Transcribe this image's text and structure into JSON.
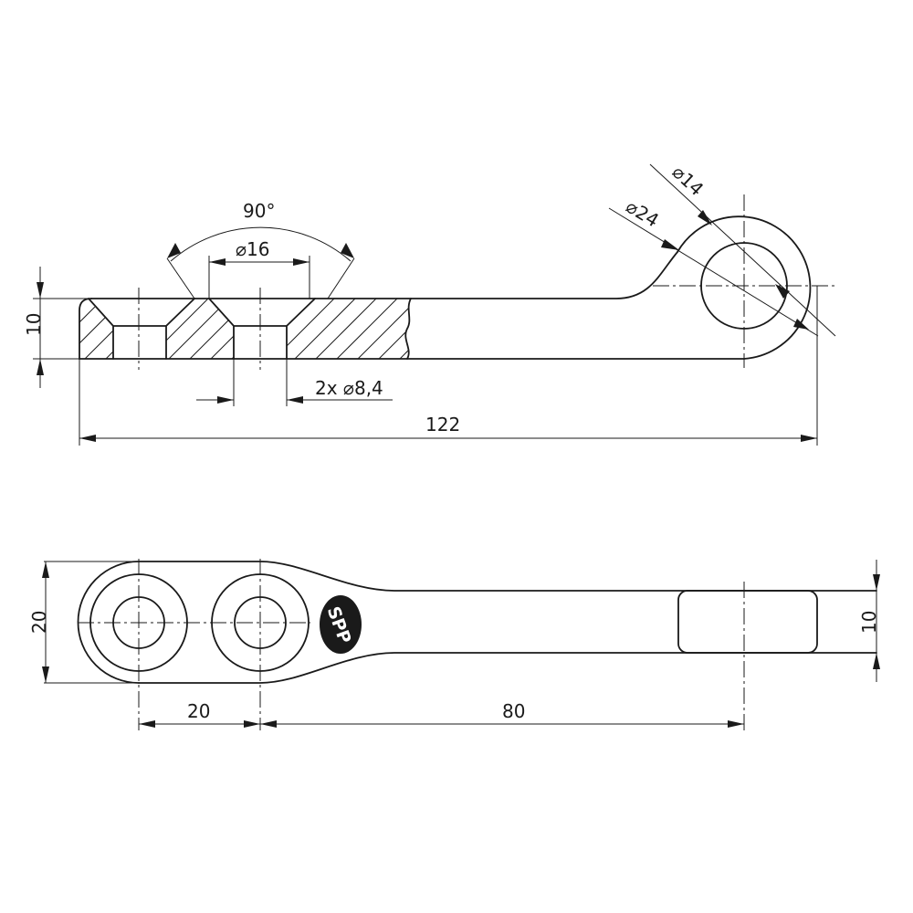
{
  "dimensions": {
    "angle": "90°",
    "csink_dia": "16",
    "hole_spec": "2x",
    "hole_dia": "8,4",
    "overall_length": "122",
    "thickness_side": "10",
    "bore_small": "14",
    "bore_large": "24",
    "width": "20",
    "hole_pitch": "20",
    "length_to_pad": "80",
    "pad_width": "10"
  },
  "logo": {
    "text": "SPP"
  },
  "colors": {
    "line": "#1a1a1a",
    "background": "#ffffff"
  }
}
